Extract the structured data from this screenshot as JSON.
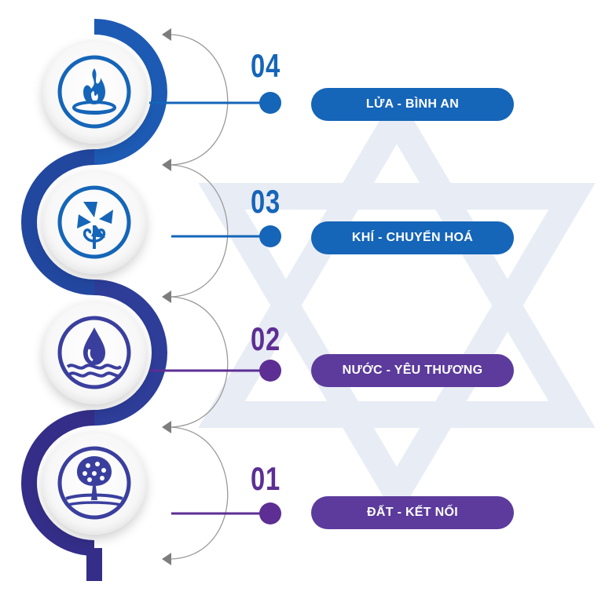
{
  "colors": {
    "blue_dark": "#1d3c8c",
    "blue": "#1565b8",
    "indigo": "#3a3f9e",
    "purple": "#5d2e93",
    "purple_label": "#5c3b9c",
    "star": "#e8ecf5",
    "gray_arc": "#9a9a9a"
  },
  "steps": [
    {
      "number": "04",
      "label": "LỬA - BÌNH AN",
      "icon": "fire-bowl-icon",
      "color": "#1565b8",
      "number_color": "#1565b8",
      "label_color": "#1565b8"
    },
    {
      "number": "03",
      "label": "KHÍ - CHUYỂN HOÁ",
      "icon": "pinwheel-wind-icon",
      "color": "#1565b8",
      "number_color": "#1565b8",
      "label_color": "#1565b8"
    },
    {
      "number": "02",
      "label": "NƯỚC - YÊU THƯƠNG",
      "icon": "water-drop-waves-icon",
      "color": "#3a3f9e",
      "number_color": "#5d2e93",
      "label_color": "#5c3b9c"
    },
    {
      "number": "01",
      "label": "ĐẤT - KẾT NỐI",
      "icon": "tree-earth-icon",
      "color": "#3a3f9e",
      "number_color": "#5d2e93",
      "label_color": "#5c3b9c"
    }
  ],
  "background_icon": "star-of-david-icon"
}
